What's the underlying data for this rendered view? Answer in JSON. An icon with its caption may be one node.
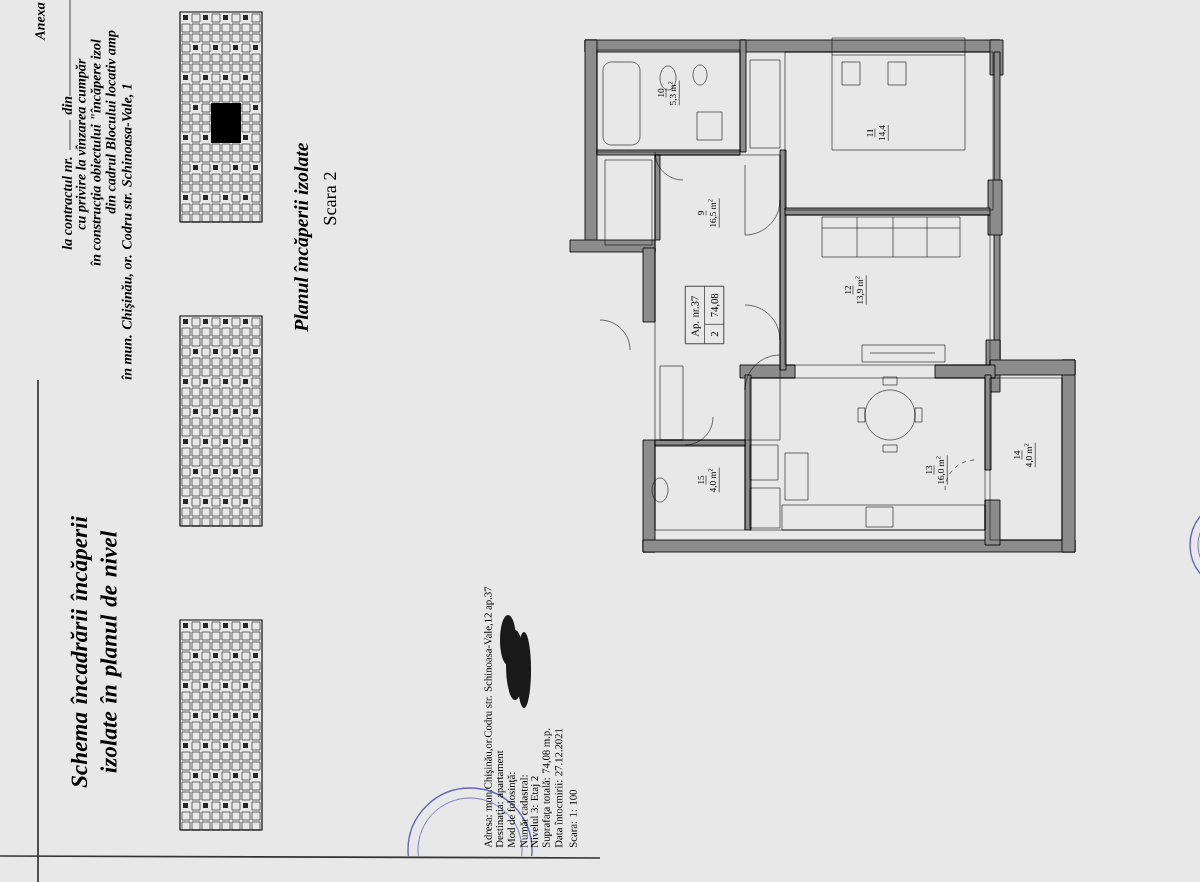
{
  "diagram": {
    "title": "Schema încadrării încăperii izolate în planul de nivel",
    "nodes": [
      {
        "text": [
          "9",
          "16,5 m$^{2}$"
        ]
      },
      {
        "text": [
          "10",
          "5,3 m$^{2}$"
        ]
      },
      {
        "text": [
          "11",
          "14,4"
        ]
      },
      {
        "text": [
          "12",
          "13,9 m$^{2}$"
        ]
      },
      {
        "text": [
          "13",
          "16,0 m$^{2}$"
        ]
      },
      {
        "text": [
          "14",
          "4,0 m$^{2}$"
        ]
      },
      {
        "text": [
          "15",
          "4,0 m$^{2}$"
        ]
      },
      {
        "text": [
          "Ap. nr.37",
          "2",
          "74,08"
        ],
        "in": 0
      }
    ],
    "edges": [],
    "labels": [
      "Anexa",
      "la contractul nr.",
      "din",
      "cu privire la vînzarea cumpăr",
      "în construcţia obiectului \"încăpere izol",
      "din cadrul Blocului locativ amp",
      "în mun. Chişinău, or. Codru str. Schinoasa-Vale, 1",
      "Planul încăperii izolate",
      "Scara 2",
      "Adresa: mun.Chişinău,or.Codru str. Schinoasa-Vale,12 ap.37",
      "Destinaţia: apartament",
      "Mod de folosinţă:",
      "Număr cadastral:",
      "Nivelul 3: Etaj 2",
      "Suprafaţa totală: 74,08 m.p.",
      "Data întocmirii: 27.12.2021",
      "Scara: 1: 100"
    ]
  }
}
